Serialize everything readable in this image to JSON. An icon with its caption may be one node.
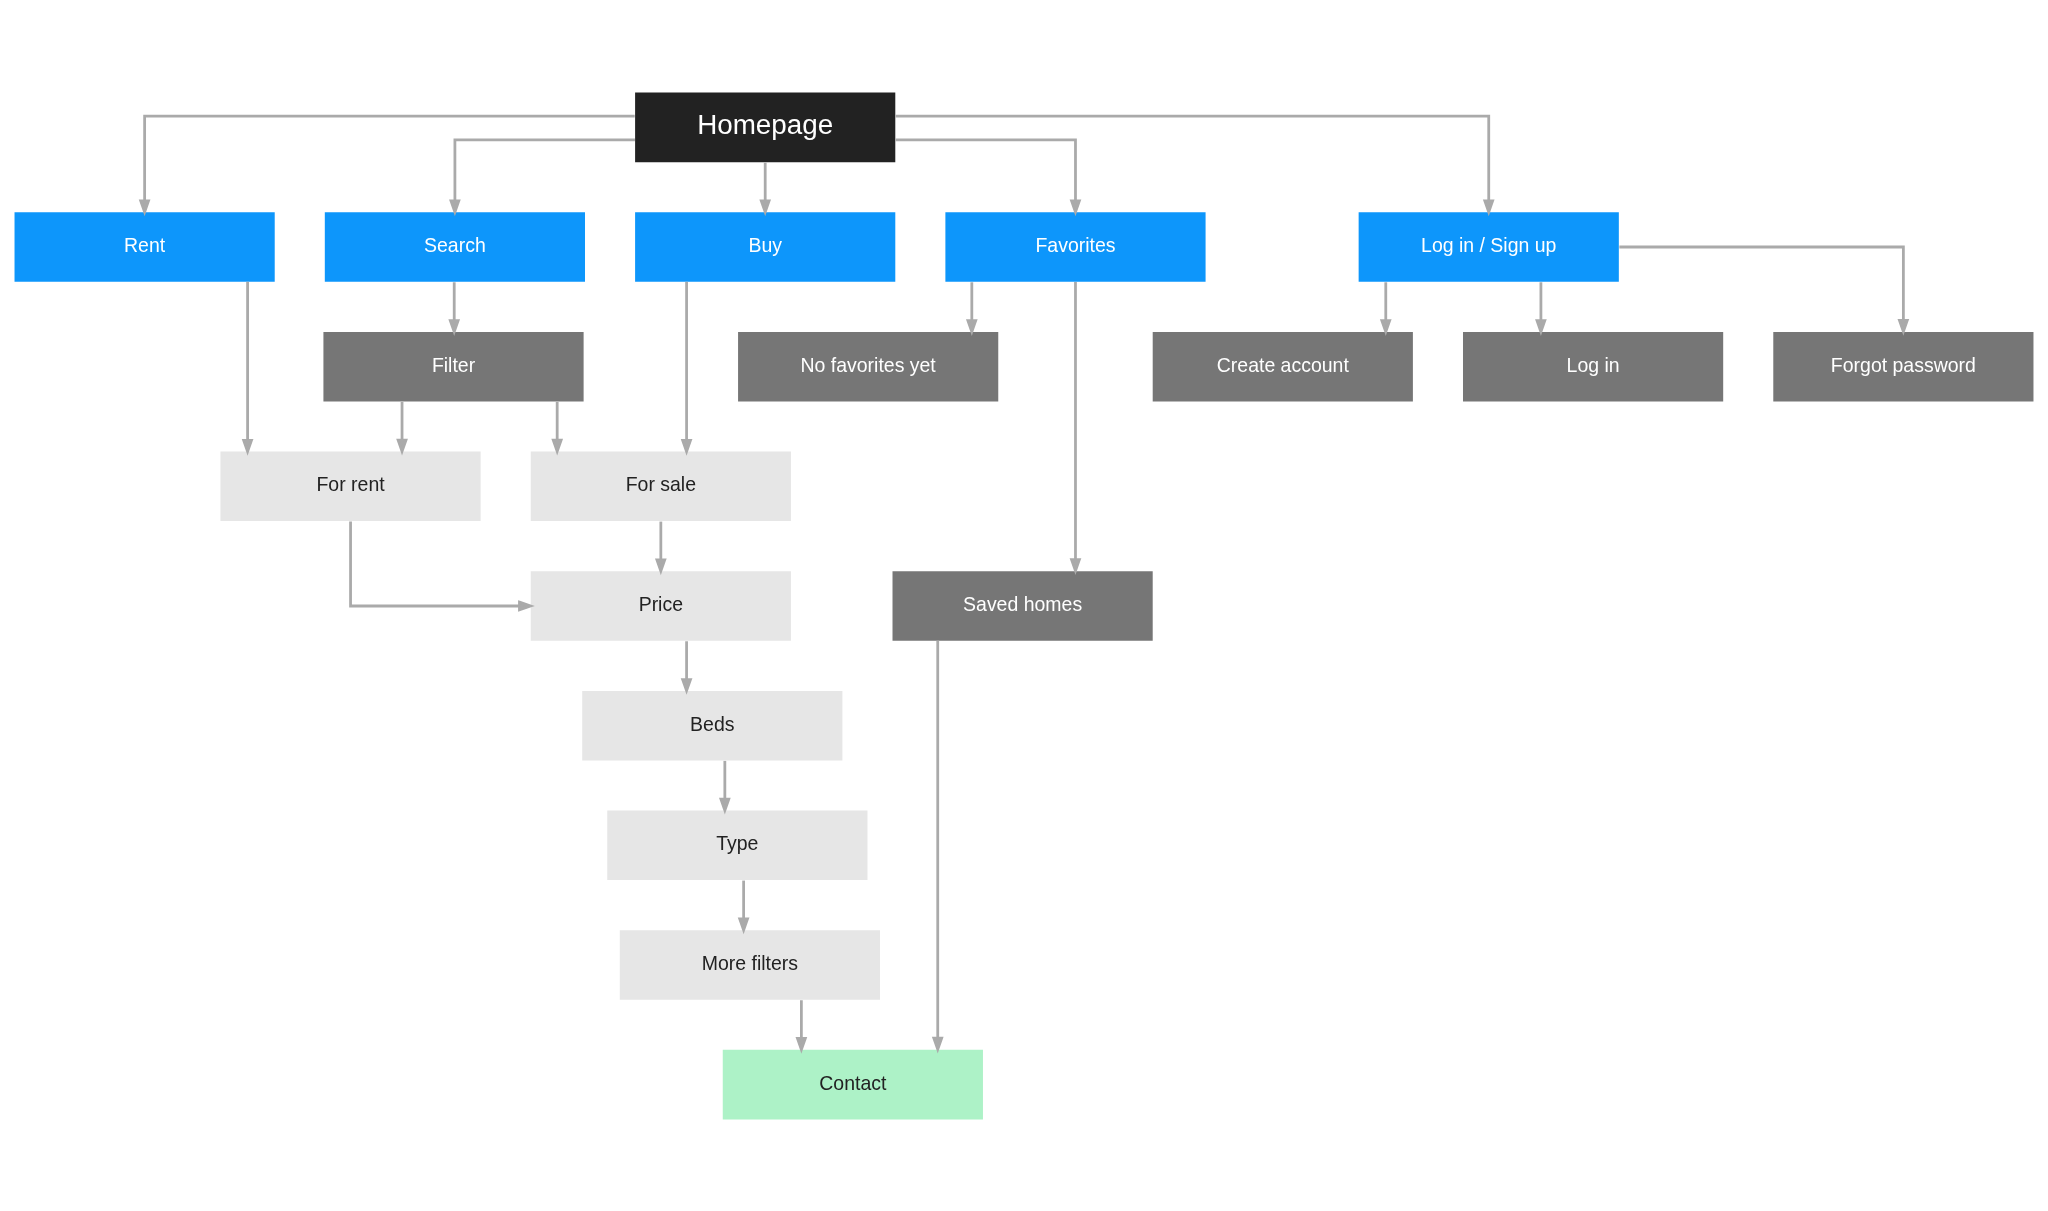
{
  "diagram": {
    "nodes": [
      {
        "text": [
          "Homepage"
        ]
      },
      {
        "text": [
          "Search"
        ]
      },
      {
        "text": [
          "Buy"
        ]
      },
      {
        "text": [
          "Rent"
        ]
      },
      {
        "text": [
          "Favorites"
        ]
      },
      {
        "text": [
          "Log in / Sign up"
        ]
      },
      {
        "text": [
          "Filter"
        ]
      },
      {
        "text": [
          "For sale"
        ]
      },
      {
        "text": [
          "For rent"
        ]
      },
      {
        "text": [
          "No favorites yet"
        ]
      },
      {
        "text": [
          "Saved homes"
        ]
      },
      {
        "text": [
          "Log in"
        ]
      },
      {
        "text": [
          "Forgot password"
        ]
      },
      {
        "text": [
          "Create account"
        ]
      },
      {
        "text": [
          "Price"
        ]
      },
      {
        "text": [
          "Beds"
        ]
      },
      {
        "text": [
          "Type"
        ]
      },
      {
        "text": [
          "More filters"
        ]
      },
      {
        "text": [
          "Contact"
        ]
      }
    ],
    "edges": [
      {
        "from": 0,
        "to": 1,
        "arrow": "to"
      },
      {
        "from": 0,
        "to": 2,
        "arrow": "to"
      },
      {
        "from": 0,
        "to": 3,
        "arrow": "to"
      },
      {
        "from": 0,
        "to": 4,
        "arrow": "to"
      },
      {
        "from": 0,
        "to": 5,
        "arrow": "to"
      },
      {
        "from": 1,
        "to": 6,
        "arrow": "to"
      },
      {
        "from": 2,
        "to": 7,
        "arrow": "to"
      },
      {
        "from": 3,
        "to": 8,
        "arrow": "to"
      },
      {
        "from": 6,
        "to": 7,
        "arrow": "to"
      },
      {
        "from": 6,
        "to": 8,
        "arrow": "to"
      },
      {
        "from": 4,
        "to": 9,
        "arrow": "to"
      },
      {
        "from": 4,
        "to": 10,
        "arrow": "to"
      },
      {
        "from": 5,
        "to": 11,
        "arrow": "to"
      },
      {
        "from": 5,
        "to": 12,
        "arrow": "to"
      },
      {
        "from": 5,
        "to": 13,
        "arrow": "to"
      },
      {
        "from": 7,
        "to": 14,
        "arrow": "to"
      },
      {
        "from": 8,
        "to": 14,
        "arrow": "to"
      },
      {
        "from": 14,
        "to": 15,
        "arrow": "to"
      },
      {
        "from": 15,
        "to": 16,
        "arrow": "to"
      },
      {
        "from": 16,
        "to": 17,
        "arrow": "to"
      },
      {
        "from": 17,
        "to": 18,
        "arrow": "to"
      },
      {
        "from": 10,
        "to": 18,
        "arrow": "to"
      }
    ]
  }
}
